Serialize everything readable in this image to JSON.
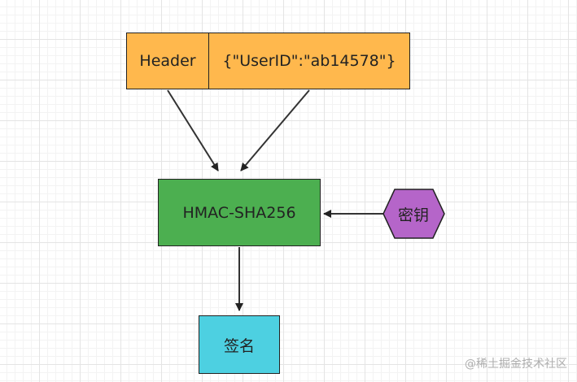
{
  "diagram": {
    "header_label": "Header",
    "payload_label": "{\"UserID\":\"ab14578\"}",
    "algorithm_label": "HMAC-SHA256",
    "key_label": "密钥",
    "signature_label": "签名"
  },
  "colors": {
    "header_fill": "#FFB84D",
    "algorithm_fill": "#4CAF50",
    "key_fill": "#B565C9",
    "signature_fill": "#4DD0E1",
    "stroke": "#222222"
  },
  "watermark": {
    "text": "@稀土掘金技术社区"
  }
}
